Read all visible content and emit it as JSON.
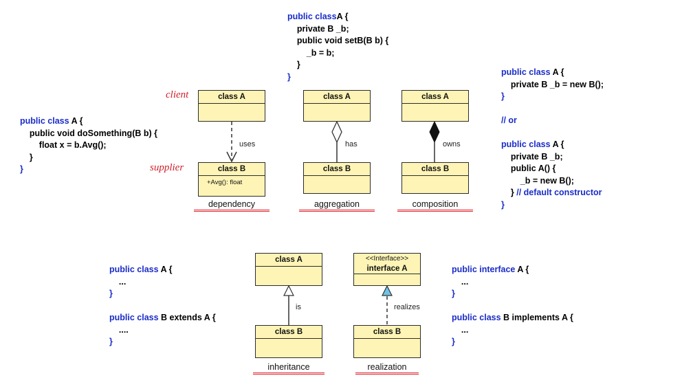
{
  "code_blocks": {
    "aggregation_code": [
      {
        "kw": "public class",
        "txt": "A {"
      },
      {
        "kw": "",
        "txt": "    private B _b;"
      },
      {
        "kw": "",
        "txt": "    public void setB(B b) {"
      },
      {
        "kw": "",
        "txt": "        _b = b;"
      },
      {
        "kw": "",
        "txt": "    }"
      },
      {
        "kw": "}",
        "txt": ""
      }
    ],
    "dependency_code": [
      {
        "kw": "public class",
        "txt": " A {"
      },
      {
        "kw": "",
        "txt": "    public void doSomething(B b) {"
      },
      {
        "kw": "",
        "txt": "        float x = b.Avg();"
      },
      {
        "kw": "",
        "txt": "    }"
      },
      {
        "kw": "}",
        "txt": ""
      }
    ],
    "composition_code": [
      {
        "kw": "public class",
        "txt": " A {",
        "cm": ""
      },
      {
        "kw": "",
        "txt": "    private B _b = new B();",
        "cm": ""
      },
      {
        "kw": "}",
        "txt": "",
        "cm": ""
      },
      {
        "kw": "",
        "txt": "",
        "cm": ""
      },
      {
        "kw": "// or",
        "txt": "",
        "cm": ""
      },
      {
        "kw": "",
        "txt": "",
        "cm": ""
      },
      {
        "kw": "public class",
        "txt": " A {",
        "cm": ""
      },
      {
        "kw": "",
        "txt": "    private B _b;",
        "cm": ""
      },
      {
        "kw": "",
        "txt": "    public A() {",
        "cm": ""
      },
      {
        "kw": "",
        "txt": "        _b = new B();",
        "cm": ""
      },
      {
        "kw": "",
        "txt": "    } ",
        "cm": "// default constructor"
      },
      {
        "kw": "}",
        "txt": "",
        "cm": ""
      }
    ],
    "inheritance_code": [
      {
        "kw": "public class",
        "txt": " A {"
      },
      {
        "kw": "",
        "txt": "    ..."
      },
      {
        "kw": "}",
        "txt": ""
      },
      {
        "kw": "",
        "txt": ""
      },
      {
        "kw": "public class",
        "txt": " B extends A {"
      },
      {
        "kw": "",
        "txt": "    ...."
      },
      {
        "kw": "}",
        "txt": ""
      }
    ],
    "realization_code": [
      {
        "kw": "public interface",
        "txt": " A {"
      },
      {
        "kw": "",
        "txt": "    ..."
      },
      {
        "kw": "}",
        "txt": ""
      },
      {
        "kw": "",
        "txt": ""
      },
      {
        "kw": "public class",
        "txt": " B implements A {"
      },
      {
        "kw": "",
        "txt": "    ..."
      },
      {
        "kw": "}",
        "txt": ""
      }
    ]
  },
  "roles": {
    "client": "client",
    "supplier": "supplier"
  },
  "classes": {
    "class_a": "class A",
    "class_b": "class B",
    "interface_stereotype": "<<Interface>>",
    "interface_a": "interface A",
    "member_avg": "+Avg(): float"
  },
  "relations": {
    "uses": "uses",
    "has": "has",
    "owns": "owns",
    "is": "is",
    "realizes": "realizes"
  },
  "captions": {
    "dependency": "dependency",
    "aggregation": "aggregation",
    "composition": "composition",
    "inheritance": "inheritance",
    "realization": "realization"
  },
  "colors": {
    "keyword": "#1a2cc7",
    "class_fill": "#fdf4b6",
    "role": "#d0202a",
    "underline": "#e0262e",
    "realization_arrow": "#6fc4e6"
  }
}
